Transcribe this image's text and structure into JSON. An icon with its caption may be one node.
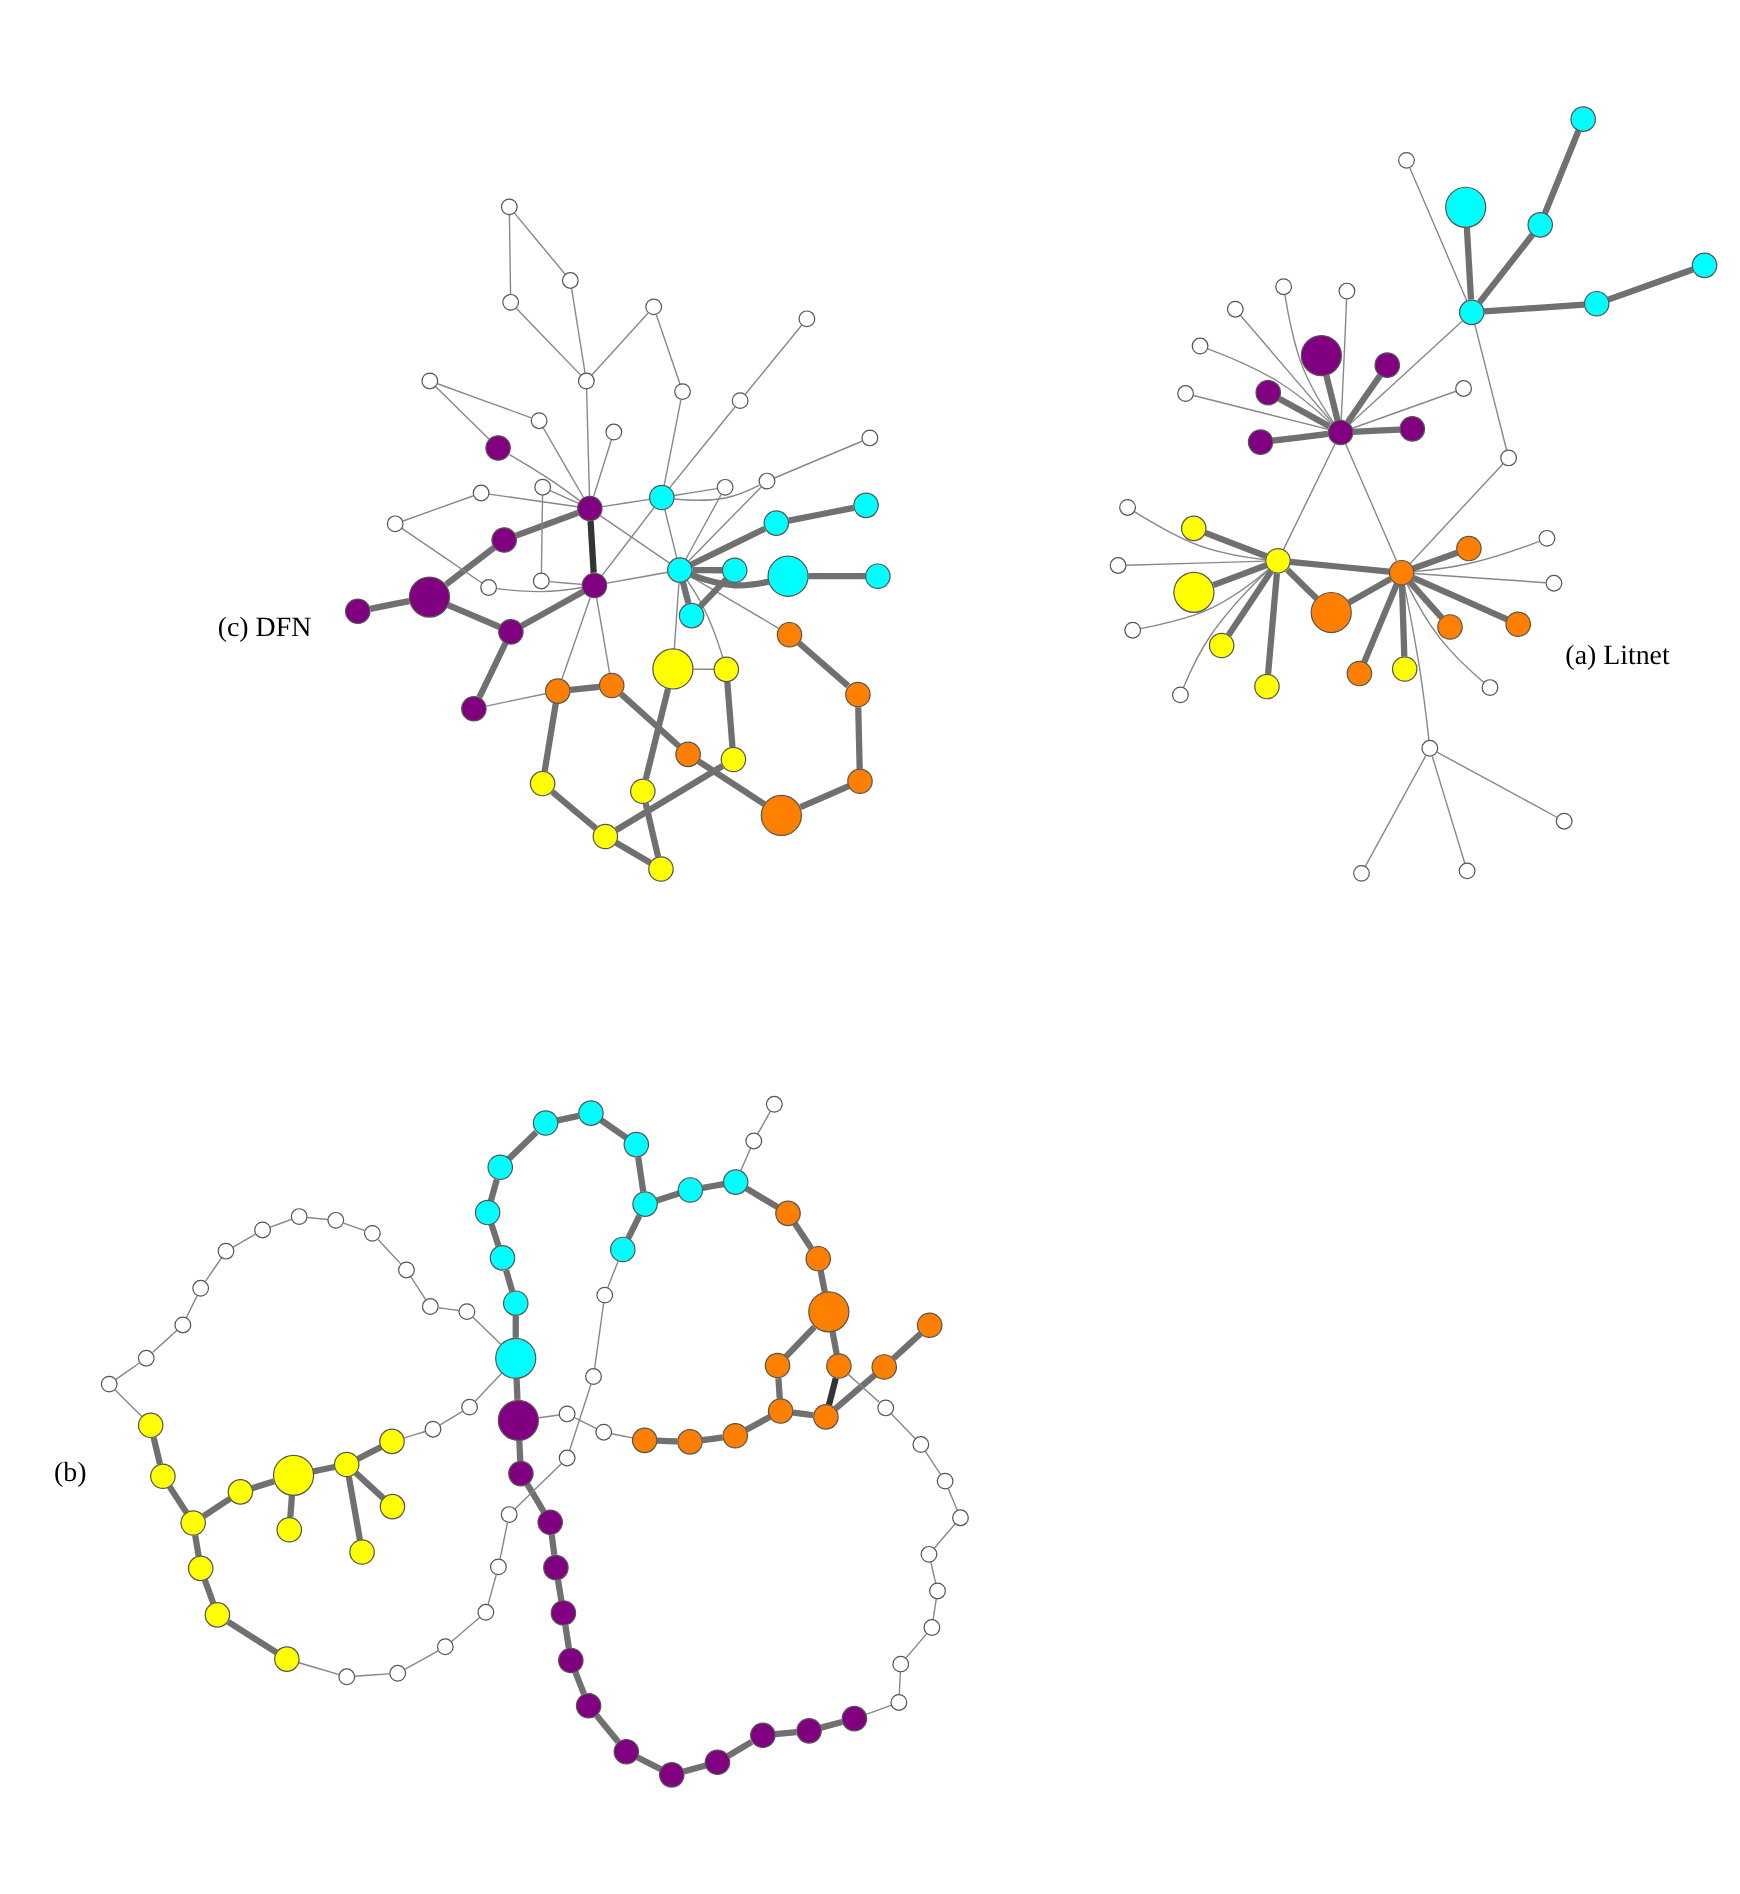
{
  "diagram": {
    "nodes": [
      {
        "text": [],
        "shape": "circle"
      },
      {
        "text": [],
        "shape": "circle"
      },
      {
        "text": [],
        "shape": "circle"
      },
      {
        "text": [],
        "shape": "circle"
      },
      {
        "text": [],
        "shape": "circle"
      },
      {
        "text": [],
        "shape": "circle"
      },
      {
        "text": [],
        "shape": "circle"
      },
      {
        "text": [],
        "shape": "circle"
      },
      {
        "text": [],
        "shape": "circle"
      },
      {
        "text": [],
        "shape": "circle"
      },
      {
        "text": [],
        "shape": "circle"
      },
      {
        "text": [],
        "shape": "circle"
      },
      {
        "text": [],
        "shape": "circle"
      },
      {
        "text": [],
        "shape": "circle"
      },
      {
        "text": [],
        "shape": "circle"
      },
      {
        "text": [],
        "shape": "circle"
      },
      {
        "text": [],
        "shape": "circle"
      },
      {
        "text": [],
        "shape": "circle"
      },
      {
        "text": [],
        "shape": "circle"
      },
      {
        "text": [],
        "shape": "circle"
      },
      {
        "text": [],
        "shape": "circle"
      },
      {
        "text": [],
        "shape": "circle"
      },
      {
        "text": [],
        "shape": "circle"
      },
      {
        "text": [],
        "shape": "circle"
      },
      {
        "text": [],
        "shape": "circle"
      },
      {
        "text": [],
        "shape": "circle"
      },
      {
        "text": [],
        "shape": "circle"
      },
      {
        "text": [],
        "shape": "circle"
      },
      {
        "text": [],
        "shape": "circle"
      },
      {
        "text": [],
        "shape": "circle"
      },
      {
        "text": [],
        "shape": "circle"
      },
      {
        "text": [],
        "shape": "circle"
      },
      {
        "text": [],
        "shape": "circle"
      },
      {
        "text": [],
        "shape": "circle"
      },
      {
        "text": [],
        "shape": "circle"
      },
      {
        "text": [],
        "shape": "circle"
      },
      {
        "text": [],
        "shape": "circle"
      },
      {
        "text": [],
        "shape": "circle"
      },
      {
        "text": [],
        "shape": "circle"
      },
      {
        "text": [],
        "shape": "circle"
      },
      {
        "text": [],
        "shape": "circle"
      },
      {
        "text": [],
        "shape": "circle"
      },
      {
        "text": [],
        "shape": "circle"
      },
      {
        "text": [],
        "shape": "circle"
      },
      {
        "text": [],
        "shape": "circle"
      },
      {
        "text": [],
        "shape": "circle"
      },
      {
        "text": [],
        "shape": "circle"
      },
      {
        "text": [],
        "shape": "circle"
      },
      {
        "text": [],
        "shape": "circle"
      },
      {
        "text": [],
        "shape": "circle"
      },
      {
        "text": [],
        "shape": "circle"
      },
      {
        "text": [],
        "shape": "circle"
      },
      {
        "text": [],
        "shape": "circle"
      },
      {
        "text": [],
        "shape": "circle"
      },
      {
        "text": [],
        "shape": "circle"
      },
      {
        "text": [],
        "shape": "circle"
      },
      {
        "text": [],
        "shape": "circle"
      },
      {
        "text": [],
        "shape": "circle"
      },
      {
        "text": [],
        "shape": "circle"
      },
      {
        "text": [],
        "shape": "circle"
      },
      {
        "text": [],
        "shape": "circle"
      },
      {
        "text": [],
        "shape": "circle"
      },
      {
        "text": [],
        "shape": "circle"
      },
      {
        "text": [],
        "shape": "circle"
      },
      {
        "text": [],
        "shape": "circle"
      },
      {
        "text": [],
        "shape": "circle"
      },
      {
        "text": [],
        "shape": "circle"
      },
      {
        "text": [],
        "shape": "circle"
      },
      {
        "text": [],
        "shape": "circle"
      },
      {
        "text": [],
        "shape": "circle"
      },
      {
        "text": [],
        "shape": "circle"
      },
      {
        "text": [],
        "shape": "circle"
      },
      {
        "text": [],
        "shape": "circle"
      },
      {
        "text": [],
        "shape": "circle"
      },
      {
        "text": [],
        "shape": "circle"
      },
      {
        "text": [],
        "shape": "circle"
      },
      {
        "text": [],
        "shape": "circle"
      },
      {
        "text": [],
        "shape": "circle"
      },
      {
        "text": [],
        "shape": "circle"
      },
      {
        "text": [],
        "shape": "circle"
      },
      {
        "text": [],
        "shape": "circle"
      },
      {
        "text": [],
        "shape": "circle"
      },
      {
        "text": [],
        "shape": "circle"
      },
      {
        "text": [],
        "shape": "circle"
      },
      {
        "text": [],
        "shape": "circle"
      },
      {
        "text": [],
        "shape": "circle"
      },
      {
        "text": [],
        "shape": "circle"
      },
      {
        "text": [],
        "shape": "circle"
      },
      {
        "text": [],
        "shape": "circle"
      },
      {
        "text": [],
        "shape": "circle"
      },
      {
        "text": [],
        "shape": "circle"
      },
      {
        "text": [],
        "shape": "circle"
      },
      {
        "text": [],
        "shape": "circle"
      },
      {
        "text": [],
        "shape": "circle"
      },
      {
        "text": [],
        "shape": "circle"
      },
      {
        "text": [],
        "shape": "circle"
      },
      {
        "text": [],
        "shape": "circle"
      },
      {
        "text": [],
        "shape": "circle"
      },
      {
        "text": [],
        "shape": "circle"
      },
      {
        "text": [],
        "shape": "circle"
      },
      {
        "text": [],
        "shape": "circle"
      },
      {
        "text": [],
        "shape": "circle"
      },
      {
        "text": [],
        "shape": "circle"
      },
      {
        "text": [],
        "shape": "circle"
      },
      {
        "text": [],
        "shape": "circle"
      },
      {
        "text": [],
        "shape": "circle"
      },
      {
        "text": [],
        "shape": "circle"
      },
      {
        "text": [],
        "shape": "circle"
      },
      {
        "text": [],
        "shape": "circle"
      },
      {
        "text": [],
        "shape": "circle"
      },
      {
        "text": [],
        "shape": "circle"
      },
      {
        "text": [],
        "shape": "circle"
      },
      {
        "text": [],
        "shape": "circle"
      },
      {
        "text": [],
        "shape": "circle"
      },
      {
        "text": [],
        "shape": "circle"
      },
      {
        "text": [],
        "shape": "circle"
      },
      {
        "text": [],
        "shape": "circle"
      },
      {
        "text": [],
        "shape": "circle"
      },
      {
        "text": [],
        "shape": "circle"
      },
      {
        "text": [],
        "shape": "circle"
      },
      {
        "text": [],
        "shape": "circle"
      },
      {
        "text": [],
        "shape": "circle"
      },
      {
        "text": [],
        "shape": "circle"
      },
      {
        "text": [],
        "shape": "circle"
      },
      {
        "text": [],
        "shape": "circle"
      },
      {
        "text": [],
        "shape": "circle"
      },
      {
        "text": [],
        "shape": "circle"
      },
      {
        "text": [],
        "shape": "circle"
      },
      {
        "text": [],
        "shape": "circle"
      },
      {
        "text": [],
        "shape": "circle"
      },
      {
        "text": [],
        "shape": "circle"
      },
      {
        "text": [],
        "shape": "circle"
      },
      {
        "text": [],
        "shape": "circle"
      },
      {
        "text": [],
        "shape": "circle"
      },
      {
        "text": [],
        "shape": "circle"
      },
      {
        "text": [],
        "shape": "circle"
      },
      {
        "text": [],
        "shape": "circle"
      },
      {
        "text": [],
        "shape": "circle"
      },
      {
        "text": [],
        "shape": "circle"
      },
      {
        "text": [],
        "shape": "circle"
      },
      {
        "text": [],
        "shape": "circle"
      },
      {
        "text": [],
        "shape": "circle"
      },
      {
        "text": [],
        "shape": "circle"
      },
      {
        "text": [],
        "shape": "circle"
      },
      {
        "text": [],
        "shape": "circle"
      },
      {
        "text": [],
        "shape": "circle"
      },
      {
        "text": [],
        "shape": "circle"
      },
      {
        "text": [],
        "shape": "circle"
      },
      {
        "text": [],
        "shape": "circle"
      },
      {
        "text": [],
        "shape": "circle"
      },
      {
        "text": [],
        "shape": "circle"
      },
      {
        "text": [],
        "shape": "circle"
      },
      {
        "text": [],
        "shape": "circle"
      },
      {
        "text": [],
        "shape": "circle"
      },
      {
        "text": [],
        "shape": "circle"
      },
      {
        "text": [],
        "shape": "circle"
      },
      {
        "text": [],
        "shape": "circle"
      },
      {
        "text": [],
        "shape": "circle"
      },
      {
        "text": [],
        "shape": "circle"
      },
      {
        "text": [],
        "shape": "circle"
      },
      {
        "text": [],
        "shape": "circle"
      },
      {
        "text": [],
        "shape": "circle"
      },
      {
        "text": [],
        "shape": "circle"
      },
      {
        "text": [],
        "shape": "circle"
      },
      {
        "text": [],
        "shape": "circle"
      },
      {
        "text": [],
        "shape": "circle"
      },
      {
        "text": [],
        "shape": "circle"
      },
      {
        "text": [],
        "shape": "circle"
      },
      {
        "text": [],
        "shape": "circle"
      },
      {
        "text": [],
        "shape": "circle"
      },
      {
        "text": [],
        "shape": "circle"
      },
      {
        "text": [],
        "shape": "circle"
      },
      {
        "text": [],
        "shape": "circle"
      },
      {
        "text": [],
        "shape": "circle"
      },
      {
        "text": [],
        "shape": "circle"
      },
      {
        "text": [],
        "shape": "circle"
      },
      {
        "text": [],
        "shape": "circle"
      },
      {
        "text": [],
        "shape": "circle"
      }
    ],
    "edges": [
      {
        "from": 0,
        "to": 2,
        "arrow": "none",
        "style": "thick"
      },
      {
        "from": 1,
        "to": 2,
        "arrow": "none",
        "style": "thick"
      },
      {
        "from": 3,
        "to": 2,
        "arrow": "none",
        "style": "thick"
      },
      {
        "from": 6,
        "to": 2,
        "arrow": "none",
        "style": "thick"
      },
      {
        "from": 2,
        "to": 4,
        "arrow": "none",
        "style": "thick"
      },
      {
        "from": 2,
        "to": 5,
        "arrow": "none",
        "style": "thick"
      },
      {
        "from": 2,
        "to": 24,
        "arrow": "none"
      },
      {
        "from": 2,
        "to": 30,
        "arrow": "none"
      },
      {
        "from": 2,
        "to": 29,
        "arrow": "none"
      },
      {
        "from": 2,
        "to": 26,
        "arrow": "none"
      },
      {
        "from": 25,
        "to": 2,
        "arrow": "none"
      },
      {
        "from": 12,
        "to": 25,
        "arrow": "none"
      },
      {
        "from": 12,
        "to": 13,
        "arrow": "none",
        "style": "thick"
      },
      {
        "from": 13,
        "to": 15,
        "arrow": "none",
        "style": "thick"
      },
      {
        "from": 12,
        "to": 14,
        "arrow": "none",
        "style": "thick"
      },
      {
        "from": 14,
        "to": 16,
        "arrow": "none",
        "style": "thick"
      },
      {
        "from": 12,
        "to": 17,
        "arrow": "none",
        "style": "thick"
      },
      {
        "from": 12,
        "to": 33,
        "arrow": "none"
      },
      {
        "from": 12,
        "to": 19,
        "arrow": "none"
      },
      {
        "from": 2,
        "to": 19,
        "arrow": "none"
      },
      {
        "from": 2,
        "to": 9,
        "arrow": "none",
        "style": "thick"
      },
      {
        "from": 3,
        "to": 9,
        "arrow": "none",
        "style": "thick"
      },
      {
        "from": 7,
        "to": 9,
        "arrow": "none",
        "style": "thick"
      },
      {
        "from": 26,
        "to": 27,
        "arrow": "none"
      },
      {
        "from": 26,
        "to": 28,
        "arrow": "none"
      },
      {
        "from": 26,
        "to": 31,
        "arrow": "none"
      },
      {
        "from": 9,
        "to": 32,
        "arrow": "none"
      },
      {
        "from": 9,
        "to": 38,
        "arrow": "none"
      },
      {
        "from": 9,
        "to": 36,
        "arrow": "none"
      },
      {
        "from": 9,
        "to": 37,
        "arrow": "none"
      },
      {
        "from": 9,
        "to": 8,
        "arrow": "none",
        "style": "thick"
      },
      {
        "from": 9,
        "to": 10,
        "arrow": "none",
        "style": "thick"
      },
      {
        "from": 9,
        "to": 11,
        "arrow": "none",
        "style": "thick"
      },
      {
        "from": 9,
        "to": 19,
        "arrow": "none"
      },
      {
        "from": 19,
        "to": 18,
        "arrow": "none",
        "style": "thick"
      },
      {
        "from": 19,
        "to": 20,
        "arrow": "none",
        "style": "thick"
      },
      {
        "from": 19,
        "to": 21,
        "arrow": "none",
        "style": "thick"
      },
      {
        "from": 19,
        "to": 22,
        "arrow": "none",
        "style": "thick"
      },
      {
        "from": 19,
        "to": 23,
        "arrow": "none",
        "style": "thick"
      },
      {
        "from": 19,
        "to": 34,
        "arrow": "none"
      },
      {
        "from": 19,
        "to": 35,
        "arrow": "none"
      },
      {
        "from": 19,
        "to": 39,
        "arrow": "none"
      },
      {
        "from": 19,
        "to": 40,
        "arrow": "none"
      },
      {
        "from": 19,
        "to": 41,
        "arrow": "none"
      },
      {
        "from": 19,
        "to": 42,
        "arrow": "none"
      },
      {
        "from": 43,
        "to": 44,
        "arrow": "none",
        "style": "thick"
      },
      {
        "from": 44,
        "to": 45,
        "arrow": "none",
        "style": "thick"
      },
      {
        "from": 45,
        "to": 46,
        "arrow": "none",
        "style": "thick"
      },
      {
        "from": 46,
        "to": 54,
        "arrow": "none",
        "style": "thick"
      },
      {
        "from": 54,
        "to": 55,
        "arrow": "none",
        "style": "thick"
      },
      {
        "from": 45,
        "to": 47,
        "arrow": "none",
        "style": "thick"
      },
      {
        "from": 47,
        "to": 48,
        "arrow": "none",
        "style": "thick"
      },
      {
        "from": 48,
        "to": 49,
        "arrow": "none",
        "style": "thick"
      },
      {
        "from": 48,
        "to": 50,
        "arrow": "none",
        "style": "thick"
      },
      {
        "from": 50,
        "to": 51,
        "arrow": "none",
        "style": "thick"
      },
      {
        "from": 50,
        "to": 53,
        "arrow": "none",
        "style": "thick"
      },
      {
        "from": 52,
        "to": 50,
        "arrow": "none",
        "style": "thick"
      },
      {
        "from": 53,
        "to": 114,
        "arrow": "none"
      },
      {
        "from": 114,
        "to": 115,
        "arrow": "none"
      },
      {
        "from": 115,
        "to": 56,
        "arrow": "none"
      },
      {
        "from": 43,
        "to": 93,
        "arrow": "none"
      },
      {
        "from": 93,
        "to": 94,
        "arrow": "none"
      },
      {
        "from": 94,
        "to": 95,
        "arrow": "none"
      },
      {
        "from": 95,
        "to": 96,
        "arrow": "none"
      },
      {
        "from": 96,
        "to": 97,
        "arrow": "none"
      },
      {
        "from": 97,
        "to": 98,
        "arrow": "none"
      },
      {
        "from": 98,
        "to": 99,
        "arrow": "none"
      },
      {
        "from": 99,
        "to": 100,
        "arrow": "none"
      },
      {
        "from": 100,
        "to": 101,
        "arrow": "none"
      },
      {
        "from": 101,
        "to": 102,
        "arrow": "none"
      },
      {
        "from": 102,
        "to": 103,
        "arrow": "none"
      },
      {
        "from": 103,
        "to": 104,
        "arrow": "none"
      },
      {
        "from": 104,
        "to": 56,
        "arrow": "none"
      },
      {
        "from": 55,
        "to": 105,
        "arrow": "none"
      },
      {
        "from": 105,
        "to": 106,
        "arrow": "none"
      },
      {
        "from": 106,
        "to": 107,
        "arrow": "none"
      },
      {
        "from": 107,
        "to": 108,
        "arrow": "none"
      },
      {
        "from": 108,
        "to": 109,
        "arrow": "none"
      },
      {
        "from": 109,
        "to": 110,
        "arrow": "none"
      },
      {
        "from": 110,
        "to": 111,
        "arrow": "none"
      },
      {
        "from": 111,
        "to": 112,
        "arrow": "none"
      },
      {
        "from": 112,
        "to": 113,
        "arrow": "none"
      },
      {
        "from": 113,
        "to": 64,
        "arrow": "none"
      },
      {
        "from": 64,
        "to": 65,
        "arrow": "none",
        "style": "thick"
      },
      {
        "from": 65,
        "to": 66,
        "arrow": "none",
        "style": "thick"
      },
      {
        "from": 66,
        "to": 67,
        "arrow": "none",
        "style": "thick"
      },
      {
        "from": 67,
        "to": 127,
        "arrow": "none"
      },
      {
        "from": 127,
        "to": 128,
        "arrow": "none"
      },
      {
        "from": 56,
        "to": 57,
        "arrow": "none",
        "style": "thick"
      },
      {
        "from": 57,
        "to": 58,
        "arrow": "none",
        "style": "thick"
      },
      {
        "from": 58,
        "to": 59,
        "arrow": "none",
        "style": "thick"
      },
      {
        "from": 59,
        "to": 60,
        "arrow": "none",
        "style": "thick"
      },
      {
        "from": 60,
        "to": 61,
        "arrow": "none",
        "style": "thick"
      },
      {
        "from": 61,
        "to": 62,
        "arrow": "none",
        "style": "thick"
      },
      {
        "from": 62,
        "to": 63,
        "arrow": "none",
        "style": "thick"
      },
      {
        "from": 63,
        "to": 65,
        "arrow": "none",
        "style": "thick"
      },
      {
        "from": 56,
        "to": 68,
        "arrow": "none",
        "style": "thick"
      },
      {
        "from": 68,
        "to": 69,
        "arrow": "none",
        "style": "thick"
      },
      {
        "from": 69,
        "to": 70,
        "arrow": "none",
        "style": "thick"
      },
      {
        "from": 70,
        "to": 71,
        "arrow": "none",
        "style": "thick"
      },
      {
        "from": 71,
        "to": 72,
        "arrow": "none",
        "style": "thick"
      },
      {
        "from": 72,
        "to": 73,
        "arrow": "none",
        "style": "thick"
      },
      {
        "from": 73,
        "to": 74,
        "arrow": "none",
        "style": "thick"
      },
      {
        "from": 74,
        "to": 75,
        "arrow": "none",
        "style": "thick"
      },
      {
        "from": 75,
        "to": 76,
        "arrow": "none",
        "style": "thick"
      },
      {
        "from": 76,
        "to": 77,
        "arrow": "none",
        "style": "thick"
      },
      {
        "from": 77,
        "to": 78,
        "arrow": "none",
        "style": "thick"
      },
      {
        "from": 78,
        "to": 79,
        "arrow": "none",
        "style": "thick"
      },
      {
        "from": 79,
        "to": 80,
        "arrow": "none",
        "style": "thick"
      },
      {
        "from": 80,
        "to": 116,
        "arrow": "none"
      },
      {
        "from": 116,
        "to": 117,
        "arrow": "none"
      },
      {
        "from": 117,
        "to": 118,
        "arrow": "none"
      },
      {
        "from": 118,
        "to": 119,
        "arrow": "none"
      },
      {
        "from": 119,
        "to": 120,
        "arrow": "none"
      },
      {
        "from": 120,
        "to": 121,
        "arrow": "none"
      },
      {
        "from": 121,
        "to": 122,
        "arrow": "none"
      },
      {
        "from": 122,
        "to": 123,
        "arrow": "none"
      },
      {
        "from": 123,
        "to": 124,
        "arrow": "none"
      },
      {
        "from": 124,
        "to": 90,
        "arrow": "none"
      },
      {
        "from": 90,
        "to": 85,
        "arrow": "none",
        "style": "thick",
        "color": "#333333"
      },
      {
        "from": 90,
        "to": 87,
        "arrow": "none",
        "style": "thick"
      },
      {
        "from": 68,
        "to": 125,
        "arrow": "none"
      },
      {
        "from": 125,
        "to": 126,
        "arrow": "none"
      },
      {
        "from": 126,
        "to": 81,
        "arrow": "none"
      },
      {
        "from": 81,
        "to": 82,
        "arrow": "none",
        "style": "thick"
      },
      {
        "from": 82,
        "to": 83,
        "arrow": "none",
        "style": "thick"
      },
      {
        "from": 83,
        "to": 84,
        "arrow": "none",
        "style": "thick"
      },
      {
        "from": 84,
        "to": 85,
        "arrow": "none",
        "style": "thick"
      },
      {
        "from": 85,
        "to": 88,
        "arrow": "none",
        "style": "thick"
      },
      {
        "from": 88,
        "to": 89,
        "arrow": "none",
        "style": "thick"
      },
      {
        "from": 84,
        "to": 86,
        "arrow": "none",
        "style": "thick"
      },
      {
        "from": 86,
        "to": 87,
        "arrow": "none",
        "style": "thick"
      },
      {
        "from": 87,
        "to": 91,
        "arrow": "none",
        "style": "thick"
      },
      {
        "from": 91,
        "to": 92,
        "arrow": "none",
        "style": "thick"
      },
      {
        "from": 92,
        "to": 67,
        "arrow": "none",
        "style": "thick"
      },
      {
        "from": 129,
        "to": 130,
        "arrow": "none",
        "style": "thick"
      },
      {
        "from": 130,
        "to": 136,
        "arrow": "none",
        "style": "thick"
      },
      {
        "from": 131,
        "to": 132,
        "arrow": "none",
        "style": "thick"
      },
      {
        "from": 132,
        "to": 130,
        "arrow": "none",
        "style": "thick"
      },
      {
        "from": 132,
        "to": 133,
        "arrow": "none",
        "style": "thick"
      },
      {
        "from": 131,
        "to": 137,
        "arrow": "none"
      },
      {
        "from": 133,
        "to": 134,
        "arrow": "none",
        "style": "thick",
        "color": "#333333"
      },
      {
        "from": 134,
        "to": 136,
        "arrow": "none",
        "style": "thick"
      },
      {
        "from": 134,
        "to": 135,
        "arrow": "none"
      },
      {
        "from": 133,
        "to": 162,
        "arrow": "none"
      },
      {
        "from": 133,
        "to": 159,
        "arrow": "none"
      },
      {
        "from": 159,
        "to": 160,
        "arrow": "none"
      },
      {
        "from": 160,
        "to": 161,
        "arrow": "none"
      },
      {
        "from": 161,
        "to": 134,
        "arrow": "none"
      },
      {
        "from": 162,
        "to": 163,
        "arrow": "none"
      },
      {
        "from": 163,
        "to": 134,
        "arrow": "none"
      },
      {
        "from": 133,
        "to": 151,
        "arrow": "none"
      },
      {
        "from": 133,
        "to": 158,
        "arrow": "none"
      },
      {
        "from": 133,
        "to": 138,
        "arrow": "none"
      },
      {
        "from": 133,
        "to": 137,
        "arrow": "none"
      },
      {
        "from": 134,
        "to": 151,
        "arrow": "none"
      },
      {
        "from": 134,
        "to": 167,
        "arrow": "none"
      },
      {
        "from": 134,
        "to": 158,
        "arrow": "none"
      },
      {
        "from": 134,
        "to": 164,
        "arrow": "none"
      },
      {
        "from": 164,
        "to": 166,
        "arrow": "none"
      },
      {
        "from": 135,
        "to": 166,
        "arrow": "none"
      },
      {
        "from": 165,
        "to": 134,
        "arrow": "none"
      },
      {
        "from": 167,
        "to": 168,
        "arrow": "none"
      },
      {
        "from": 167,
        "to": 169,
        "arrow": "none"
      },
      {
        "from": 167,
        "to": 172,
        "arrow": "none"
      },
      {
        "from": 169,
        "to": 170,
        "arrow": "none"
      },
      {
        "from": 170,
        "to": 172,
        "arrow": "none"
      },
      {
        "from": 168,
        "to": 171,
        "arrow": "none"
      },
      {
        "from": 171,
        "to": 158,
        "arrow": "none"
      },
      {
        "from": 158,
        "to": 173,
        "arrow": "none"
      },
      {
        "from": 158,
        "to": 174,
        "arrow": "none"
      },
      {
        "from": 158,
        "to": 175,
        "arrow": "none"
      },
      {
        "from": 174,
        "to": 176,
        "arrow": "none"
      },
      {
        "from": 175,
        "to": 177,
        "arrow": "none"
      },
      {
        "from": 151,
        "to": 175,
        "arrow": "none"
      },
      {
        "from": 151,
        "to": 158,
        "arrow": "none"
      },
      {
        "from": 151,
        "to": 173,
        "arrow": "none"
      },
      {
        "from": 151,
        "to": 152,
        "arrow": "none",
        "style": "thick"
      },
      {
        "from": 152,
        "to": 153,
        "arrow": "none",
        "style": "thick"
      },
      {
        "from": 151,
        "to": 154,
        "arrow": "none",
        "style": "thick"
      },
      {
        "from": 151,
        "to": 155,
        "arrow": "none",
        "style": "thick"
      },
      {
        "from": 151,
        "to": 156,
        "arrow": "none",
        "style": "thick"
      },
      {
        "from": 154,
        "to": 155,
        "arrow": "none",
        "style": "thick"
      },
      {
        "from": 156,
        "to": 157,
        "arrow": "none",
        "style": "thick"
      },
      {
        "from": 151,
        "to": 149,
        "arrow": "none"
      },
      {
        "from": 151,
        "to": 143,
        "arrow": "none"
      },
      {
        "from": 143,
        "to": 142,
        "arrow": "none",
        "style": "thick"
      },
      {
        "from": 142,
        "to": 141,
        "arrow": "none",
        "style": "thick"
      },
      {
        "from": 140,
        "to": 141,
        "arrow": "none",
        "style": "thick"
      },
      {
        "from": 140,
        "to": 139,
        "arrow": "none",
        "style": "thick"
      },
      {
        "from": 139,
        "to": 138,
        "arrow": "none",
        "style": "thick"
      },
      {
        "from": 138,
        "to": 137,
        "arrow": "none",
        "style": "thick"
      },
      {
        "from": 137,
        "to": 144,
        "arrow": "none",
        "style": "thick"
      },
      {
        "from": 144,
        "to": 145,
        "arrow": "none",
        "style": "thick"
      },
      {
        "from": 145,
        "to": 146,
        "arrow": "none",
        "style": "thick"
      },
      {
        "from": 146,
        "to": 148,
        "arrow": "none",
        "style": "thick"
      },
      {
        "from": 148,
        "to": 149,
        "arrow": "none",
        "style": "thick"
      },
      {
        "from": 147,
        "to": 150,
        "arrow": "none",
        "style": "thick"
      },
      {
        "from": 150,
        "to": 149,
        "arrow": "none"
      },
      {
        "from": 147,
        "to": 145,
        "arrow": "none",
        "style": "thick"
      },
      {
        "from": 150,
        "to": 151,
        "arrow": "none"
      }
    ],
    "labels": [
      "(a) Litnet",
      "(b)",
      "(c) DFN"
    ]
  }
}
